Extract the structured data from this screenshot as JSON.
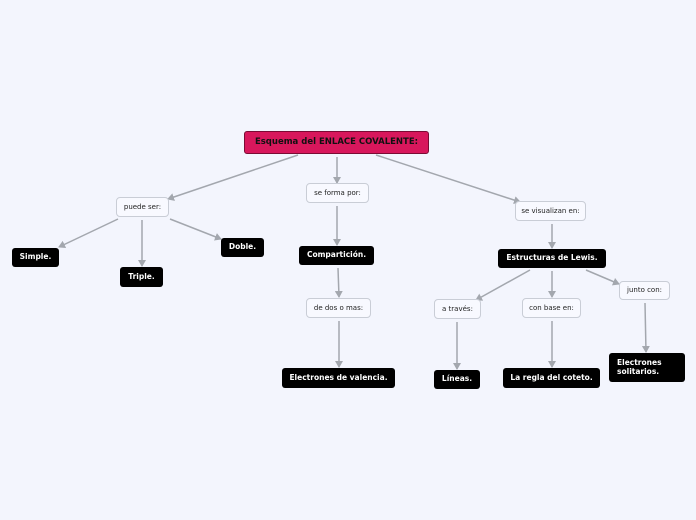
{
  "diagram": {
    "root": "Esquema del ENLACE COVALENTE:",
    "branches": [
      {
        "relation": "puede ser:",
        "children": [
          "Simple.",
          "Triple.",
          "Doble."
        ]
      },
      {
        "relation": "se forma por:",
        "node": "Compartición.",
        "sub_relation": "de dos o mas:",
        "sub_node": "Electrones de valencia."
      },
      {
        "relation": "se visualizan en:",
        "node": "Estructuras de Lewis.",
        "sub_branches": [
          {
            "relation": "a través:",
            "node": "Líneas."
          },
          {
            "relation": "con base en:",
            "node": "La regla del coteto."
          },
          {
            "relation": "junto con:",
            "node": "Electrones solitarios."
          }
        ]
      }
    ]
  },
  "colors": {
    "background": "#f3f5fd",
    "root_fill": "#d8175c",
    "leaf_fill": "#000000",
    "label_fill": "#f8f9ff",
    "connector": "#a3a7ae"
  }
}
